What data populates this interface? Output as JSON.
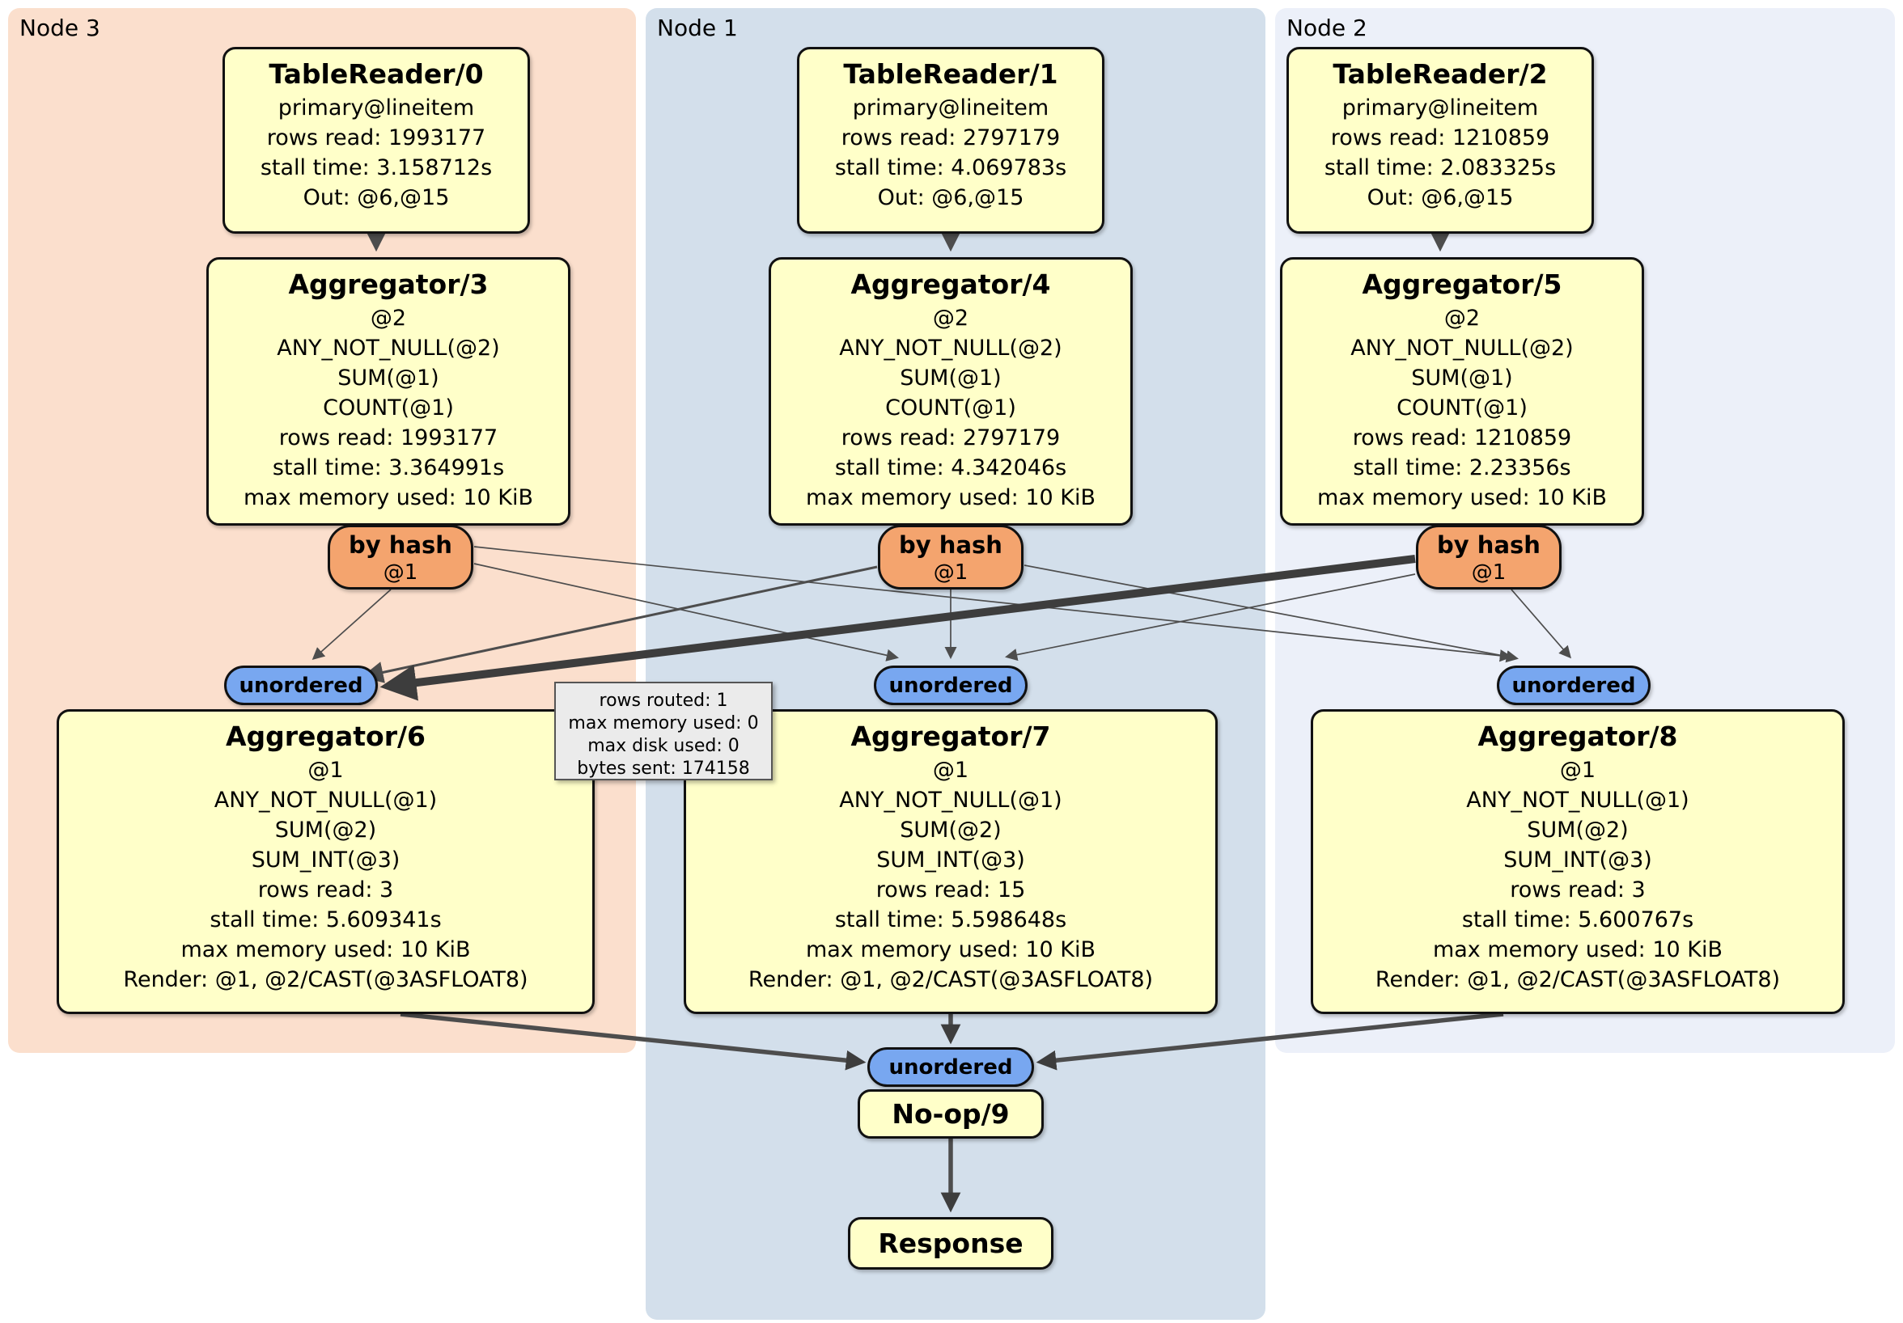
{
  "node_labels": {
    "node3": "Node 3",
    "node1": "Node 1",
    "node2": "Node 2"
  },
  "boxes": {
    "tr0": {
      "title": "TableReader/0",
      "details": [
        "primary@lineitem",
        "rows read: 1993177",
        "stall time: 3.158712s",
        "Out: @6,@15"
      ]
    },
    "agg3": {
      "title": "Aggregator/3",
      "details": [
        "@2",
        "ANY_NOT_NULL(@2)",
        "SUM(@1)",
        "COUNT(@1)",
        "rows read: 1993177",
        "stall time: 3.364991s",
        "max memory used: 10 KiB"
      ]
    },
    "agg6": {
      "title": "Aggregator/6",
      "details": [
        "@1",
        "ANY_NOT_NULL(@1)",
        "SUM(@2)",
        "SUM_INT(@3)",
        "rows read: 3",
        "stall time: 5.609341s",
        "max memory used: 10 KiB",
        "Render: @1, @2/CAST(@3ASFLOAT8)"
      ]
    },
    "tr1": {
      "title": "TableReader/1",
      "details": [
        "primary@lineitem",
        "rows read: 2797179",
        "stall time: 4.069783s",
        "Out: @6,@15"
      ]
    },
    "agg4": {
      "title": "Aggregator/4",
      "details": [
        "@2",
        "ANY_NOT_NULL(@2)",
        "SUM(@1)",
        "COUNT(@1)",
        "rows read: 2797179",
        "stall time: 4.342046s",
        "max memory used: 10 KiB"
      ]
    },
    "agg7": {
      "title": "Aggregator/7",
      "details": [
        "@1",
        "ANY_NOT_NULL(@1)",
        "SUM(@2)",
        "SUM_INT(@3)",
        "rows read: 15",
        "stall time: 5.598648s",
        "max memory used: 10 KiB",
        "Render: @1, @2/CAST(@3ASFLOAT8)"
      ]
    },
    "tr2": {
      "title": "TableReader/2",
      "details": [
        "primary@lineitem",
        "rows read: 1210859",
        "stall time: 2.083325s",
        "Out: @6,@15"
      ]
    },
    "agg5": {
      "title": "Aggregator/5",
      "details": [
        "@2",
        "ANY_NOT_NULL(@2)",
        "SUM(@1)",
        "COUNT(@1)",
        "rows read: 1210859",
        "stall time: 2.23356s",
        "max memory used: 10 KiB"
      ]
    },
    "agg8": {
      "title": "Aggregator/8",
      "details": [
        "@1",
        "ANY_NOT_NULL(@1)",
        "SUM(@2)",
        "SUM_INT(@3)",
        "rows read: 3",
        "stall time: 5.600767s",
        "max memory used: 10 KiB",
        "Render: @1, @2/CAST(@3ASFLOAT8)"
      ]
    },
    "noop": {
      "title": "No-op/9"
    },
    "response": {
      "title": "Response"
    }
  },
  "router": {
    "label": "by hash",
    "detail": "@1"
  },
  "stream": {
    "unordered_label": "unordered"
  },
  "tooltip": {
    "lines": [
      "rows routed: 1",
      "max memory used: 0",
      "max disk used: 0",
      "bytes sent: 174158"
    ]
  },
  "colors": {
    "node3_bg": "#fbdfcd",
    "node1_bg": "#d3dfeb",
    "node2_bg": "#ecf0f9",
    "processor_bg": "#ffffc9",
    "router_bg": "#f4a46e",
    "stream_bg": "#78a7f0",
    "edge": "#4d4d4d",
    "tooltip_bg": "#ebebeb"
  }
}
